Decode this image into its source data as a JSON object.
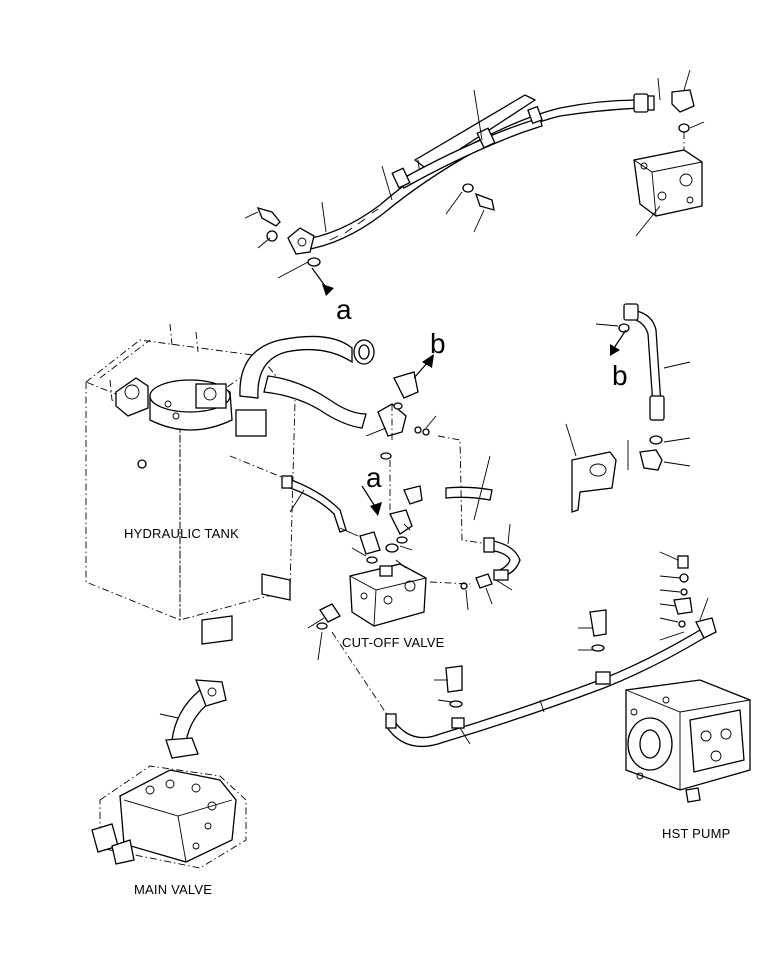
{
  "labels": {
    "hydraulic_tank": "HYDRAULIC TANK",
    "cutoff_valve": "CUT-OFF VALVE",
    "main_valve": "MAIN VALVE",
    "hst_pump": "HST PUMP"
  },
  "refs": {
    "a_top": "a",
    "a_mid": "a",
    "b_top": "b",
    "b_right": "b"
  }
}
